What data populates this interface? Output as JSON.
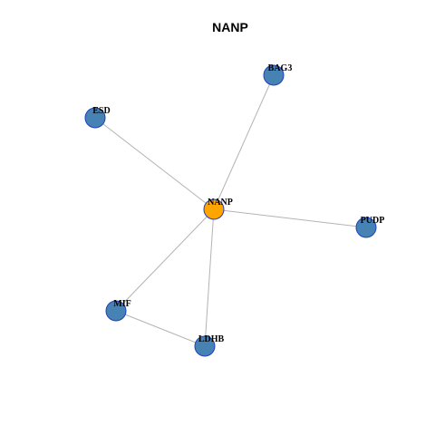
{
  "title": "NANP",
  "colors": {
    "center_node": "#ffa500",
    "neighbor_node": "#4682b4",
    "node_border": "#1f3fbf",
    "edge": "#b3b3b3"
  },
  "nodes": [
    {
      "id": "NANP",
      "label": "NANP",
      "role": "center"
    },
    {
      "id": "BAG3",
      "label": "BAG3",
      "role": "neighbor"
    },
    {
      "id": "ESD",
      "label": "ESD",
      "role": "neighbor"
    },
    {
      "id": "PUDP",
      "label": "PUDP",
      "role": "neighbor"
    },
    {
      "id": "MIF",
      "label": "MIF",
      "role": "neighbor"
    },
    {
      "id": "LDHB",
      "label": "LDHB",
      "role": "neighbor"
    }
  ],
  "edges": [
    {
      "source": "NANP",
      "target": "BAG3"
    },
    {
      "source": "NANP",
      "target": "ESD"
    },
    {
      "source": "NANP",
      "target": "PUDP"
    },
    {
      "source": "NANP",
      "target": "MIF"
    },
    {
      "source": "NANP",
      "target": "LDHB"
    },
    {
      "source": "MIF",
      "target": "LDHB"
    }
  ]
}
